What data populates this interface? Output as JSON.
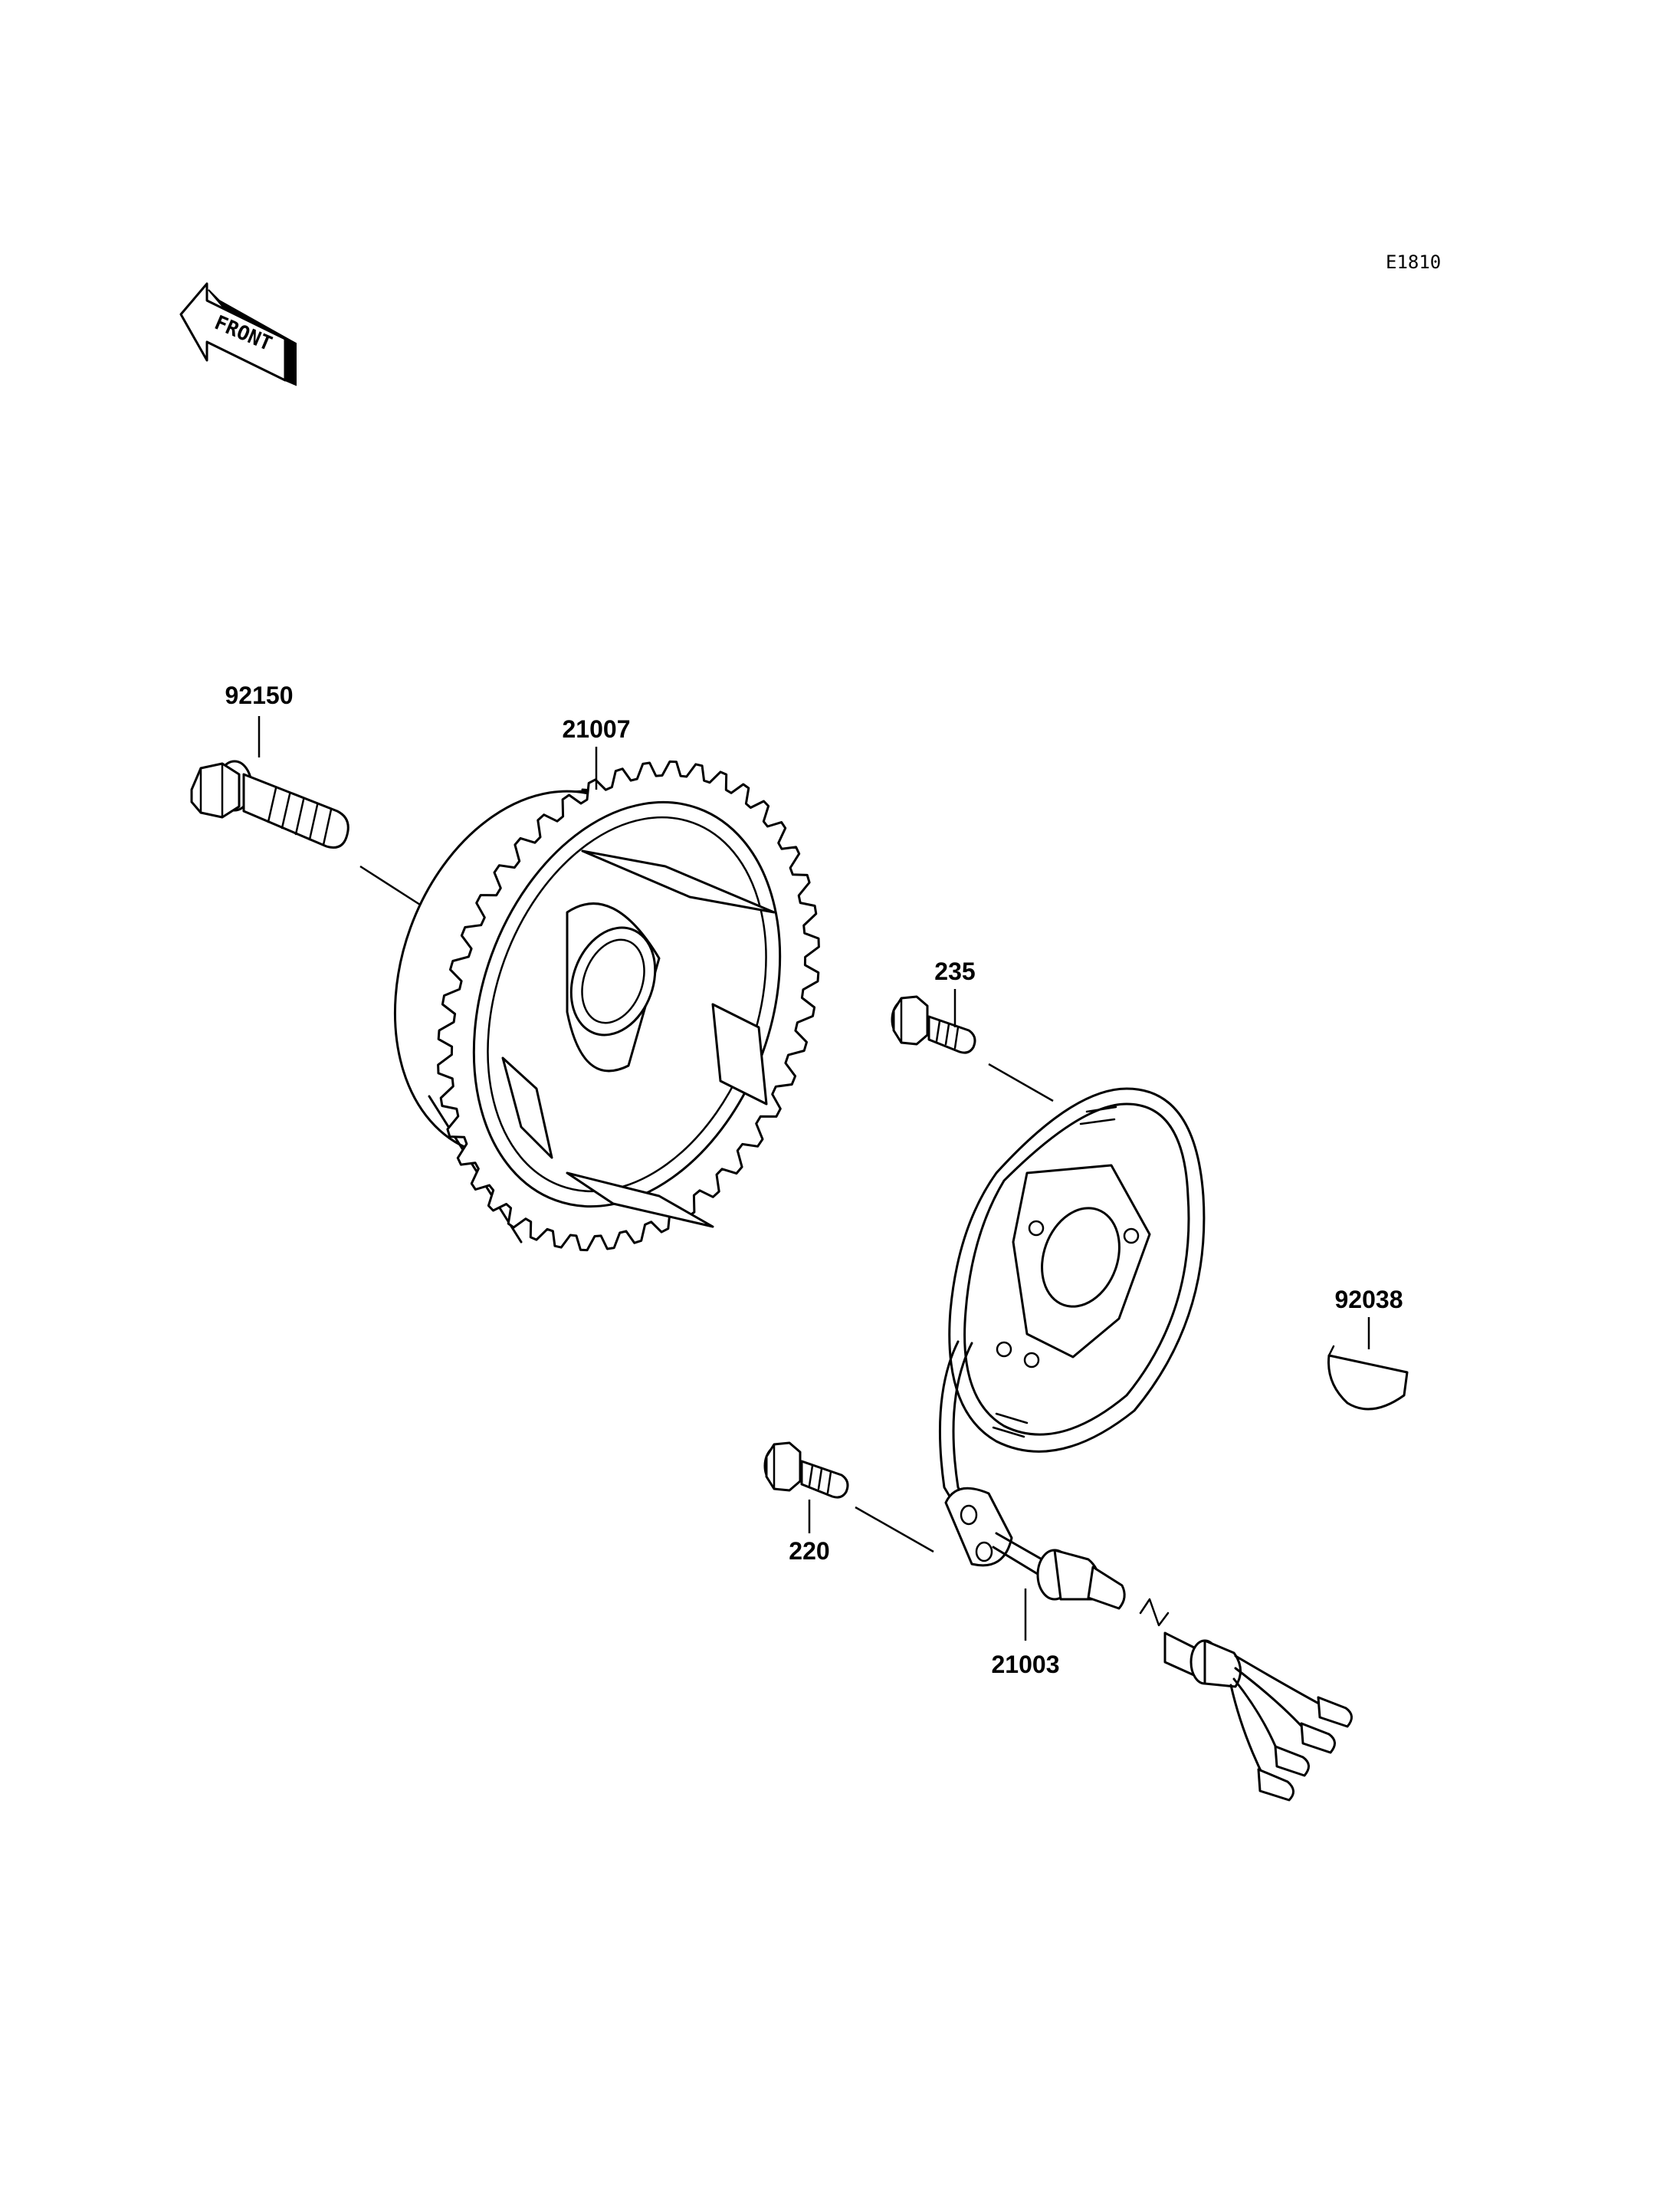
{
  "diagram_code": "E1810",
  "front_arrow": {
    "label": "FRONT",
    "icon": "front-direction-arrow-icon"
  },
  "parts": [
    {
      "number": "92150",
      "name": "bolt"
    },
    {
      "number": "21007",
      "name": "flywheel-rotor"
    },
    {
      "number": "235",
      "name": "screw"
    },
    {
      "number": "92038",
      "name": "woodruff-key"
    },
    {
      "number": "220",
      "name": "screw"
    },
    {
      "number": "21003",
      "name": "stator-plate-with-wiring"
    }
  ]
}
